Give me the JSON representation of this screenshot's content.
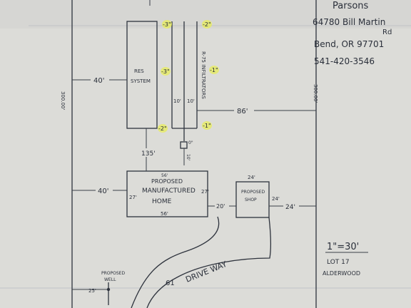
{
  "owner": {
    "name": "Parsons",
    "address_line1": "64780 Bill Martin",
    "address_line2": "Rd",
    "city": "Bend, OR 97701",
    "phone": "541-420-3546"
  },
  "scale": {
    "ratio": "1\"=30'",
    "lot": "LOT 17",
    "subdivision": "ALDERWOOD"
  },
  "property": {
    "left_boundary_length": "300.00'",
    "right_boundary_length": "300.00'"
  },
  "drainfield": {
    "label": "R-75 INFILTRATORS",
    "spacing_left": "10'",
    "spacing_right": "10'",
    "top_right_depth": "-2\"",
    "top_left_depth": "-3\"",
    "mid_left_depth": "-3\"",
    "mid_right_depth": "-1\"",
    "bottom_left_depth": "-2\"",
    "bottom_right_depth": "-1\"",
    "distance_box_label": "0\"",
    "tank_pipe_label": "10'",
    "east_setback": "86'"
  },
  "reserve_system": {
    "label_line1": "RES",
    "label_line2": "SYSTEM",
    "west_setback": "40'"
  },
  "home": {
    "label_line1": "PROPOSED",
    "label_line2": "MANUFACTURED",
    "label_line3": "HOME",
    "width_top": "56'",
    "width_bottom": "56'",
    "depth_left": "27'",
    "depth_right": "27'",
    "setback_north": "135'",
    "setback_west": "40'",
    "gap_to_shop": "20'"
  },
  "shop": {
    "label_line1": "PROPOSED",
    "label_line2": "SHOP",
    "width": "24'",
    "depth": "24'",
    "east_setback": "24'"
  },
  "driveway": {
    "label": "DRIVE WAY",
    "width_label": "61"
  },
  "well": {
    "label_line1": "PROPOSED",
    "label_line2": "WELL",
    "setback": "25'"
  },
  "colors": {
    "paper": "#dcdcd8",
    "ink": "#2e333d",
    "highlight": "#e8ee5a"
  }
}
